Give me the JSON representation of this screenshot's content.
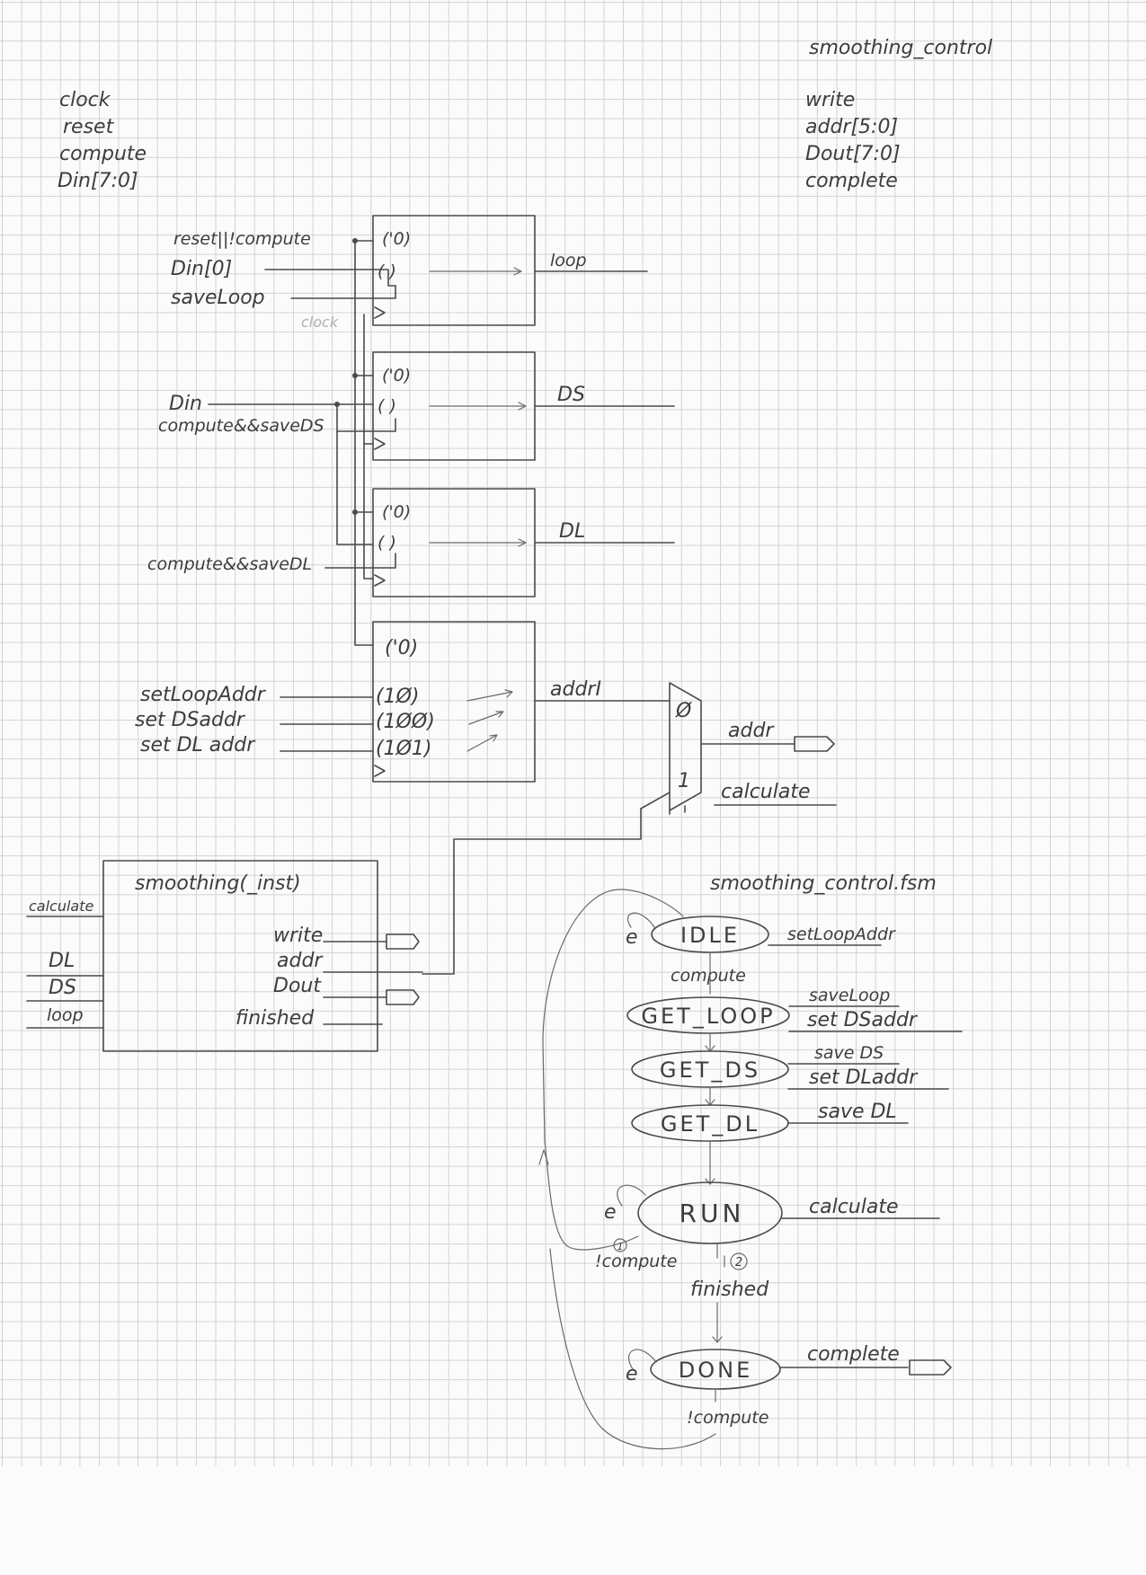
{
  "module_name": "smoothing_control",
  "inputs": [
    "clock",
    "reset",
    "compute",
    "Din[7:0]"
  ],
  "outputs": [
    "write",
    "addr[5:0]",
    "Dout[7:0]",
    "complete"
  ],
  "registers": {
    "loop_reg": {
      "reset_val": "('0)",
      "data_in": "( )",
      "signals": [
        "reset||!compute",
        "Din[0]",
        "saveLoop"
      ],
      "clock_note": "clock",
      "output": "loop"
    },
    "ds_reg": {
      "reset_val": "('0)",
      "data_in": "( )",
      "signals": [
        "Din",
        "compute&&saveDS"
      ],
      "output": "DS"
    },
    "dl_reg": {
      "reset_val": "('0)",
      "data_in": "( )",
      "signals": [
        "compute&&saveDL"
      ],
      "output": "DL"
    },
    "addr_reg": {
      "reset_val": "('0)",
      "signals": [
        "setLoopAddr",
        "set DSaddr",
        "set DL addr"
      ],
      "values": [
        "(1Ø)",
        "(1ØØ)",
        "(1Ø1)"
      ],
      "output": "addrI"
    }
  },
  "mux": {
    "sel0": "Ø",
    "sel1": "1",
    "out_addr": "addr",
    "out_calc": "calculate"
  },
  "smoothing_inst": {
    "title": "smoothing(_inst)",
    "inputs": [
      "calculate",
      "DL",
      "DS",
      "loop"
    ],
    "outputs": [
      "write",
      "addr",
      "Dout",
      "finished"
    ]
  },
  "fsm": {
    "title": "smoothing_control.fsm",
    "states": [
      {
        "name": "IDLE",
        "outputs": [
          "setLoopAddr"
        ]
      },
      {
        "name": "GET_LOOP",
        "outputs": [
          "saveLoop",
          "set DSaddr"
        ]
      },
      {
        "name": "GET_DS",
        "outputs": [
          "save DS",
          "set DLaddr"
        ]
      },
      {
        "name": "GET_DL",
        "outputs": [
          "save DL"
        ]
      },
      {
        "name": "RUN",
        "outputs": [
          "calculate"
        ]
      },
      {
        "name": "DONE",
        "outputs": [
          "complete"
        ]
      }
    ],
    "transitions": {
      "idle_to_getloop": "compute",
      "run_exit": "!compute",
      "run_finish": "finished",
      "done_exit": "!compute",
      "self_loop": "e",
      "priority_1": "1",
      "priority_2": "2"
    }
  }
}
